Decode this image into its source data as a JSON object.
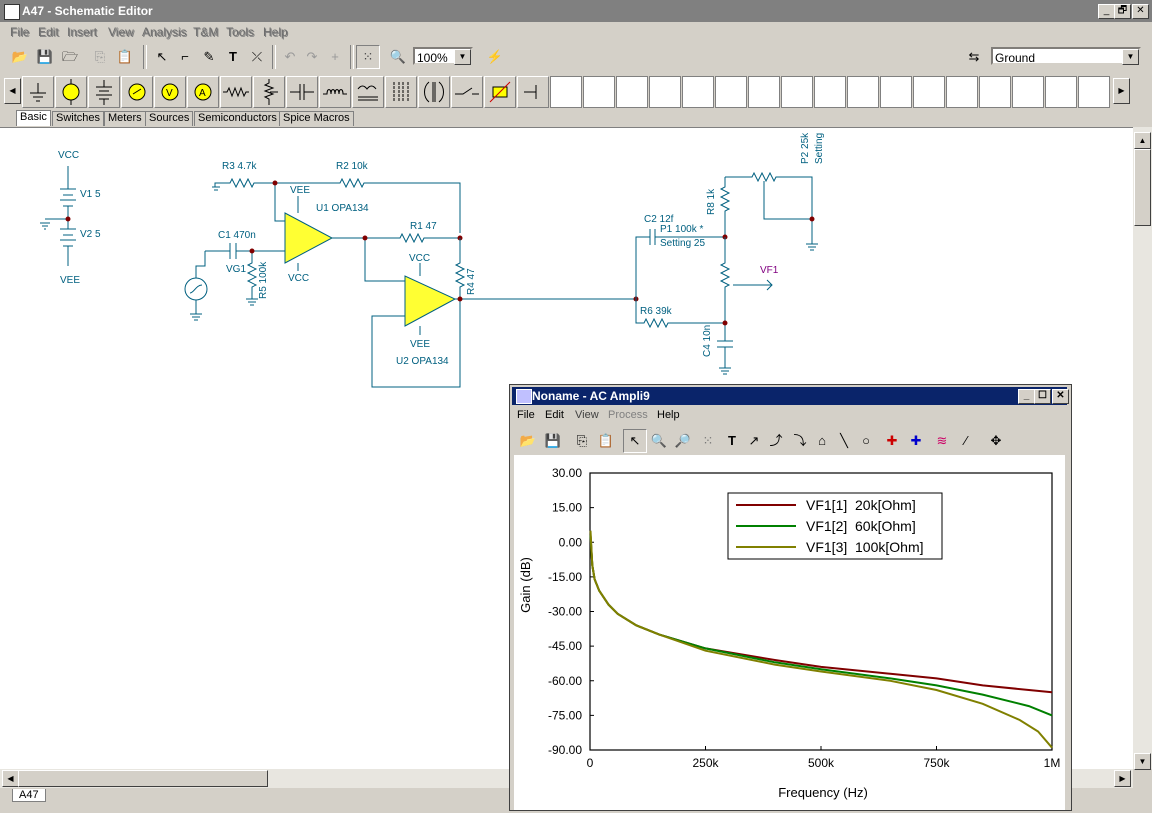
{
  "window": {
    "title": "A47 - Schematic Editor",
    "min_glyph": "_",
    "max_glyph": "🗗",
    "close_glyph": "✕"
  },
  "menu": [
    "File",
    "Edit",
    "Insert",
    "View",
    "Analysis",
    "T&M",
    "Tools",
    "Help"
  ],
  "toolbar": {
    "zoom_value": "100%",
    "net_select_value": "Ground"
  },
  "component_tabs": [
    "Basic",
    "Switches",
    "Meters",
    "Sources",
    "Semiconductors",
    "Spice Macros"
  ],
  "schematic": {
    "labels": {
      "vcc1": "VCC",
      "vee1": "VEE",
      "v1": "V1 5",
      "v2": "V2 5",
      "r3": "R3 4.7k",
      "r2": "R2 10k",
      "vee_u1": "VEE",
      "u1": "U1 OPA134",
      "c1": "C1 470n",
      "vg1": "VG1",
      "r5": "R5 100k",
      "vcc_u1": "VCC",
      "r1": "R1 47",
      "vcc_u2": "VCC",
      "r4": "R4 47",
      "vee_u2": "VEE",
      "u2": "U2 OPA134",
      "c2": "C2 12f",
      "p1": "P1 100k *",
      "p1_setting": "Setting 25",
      "r8": "R8 1k",
      "p2": "P2 25k",
      "p2_setting": "Setting",
      "vf1": "VF1",
      "r6": "R6 39k",
      "c4": "C4 10n"
    }
  },
  "sheet_tab": "A47",
  "graph_window": {
    "title": "Noname - AC Ampli9",
    "menu": [
      "File",
      "Edit",
      "View",
      "Process",
      "Help"
    ],
    "chart_data": {
      "type": "line",
      "xlabel": "Frequency (Hz)",
      "ylabel": "Gain (dB)",
      "xlim": [
        0,
        1000000
      ],
      "ylim": [
        -90,
        30
      ],
      "x_ticks": [
        "0",
        "250k",
        "500k",
        "750k",
        "1M"
      ],
      "y_ticks": [
        "30.00",
        "15.00",
        "0.00",
        "-15.00",
        "-30.00",
        "-45.00",
        "-60.00",
        "-75.00",
        "-90.00"
      ],
      "legend_position": "top-right",
      "series": [
        {
          "name": "VF1[1]  20k[Ohm]",
          "color": "#800000",
          "x": [
            1000,
            5000,
            10000,
            20000,
            40000,
            60000,
            100000,
            150000,
            250000,
            400000,
            500000,
            650000,
            750000,
            850000,
            950000,
            1000000
          ],
          "y": [
            3,
            -10,
            -16,
            -21,
            -27,
            -31,
            -36,
            -40,
            -46,
            -51,
            -54,
            -57,
            -59,
            -62,
            -64,
            -65
          ]
        },
        {
          "name": "VF1[2]  60k[Ohm]",
          "color": "#008000",
          "x": [
            1000,
            5000,
            10000,
            20000,
            40000,
            60000,
            100000,
            150000,
            250000,
            400000,
            500000,
            650000,
            750000,
            850000,
            950000,
            1000000
          ],
          "y": [
            3,
            -10,
            -16,
            -21,
            -27,
            -31,
            -36,
            -40,
            -46,
            -52,
            -55,
            -59,
            -62,
            -66,
            -71,
            -75
          ]
        },
        {
          "name": "VF1[3]  100k[Ohm]",
          "color": "#808000",
          "x": [
            1000,
            5000,
            10000,
            20000,
            40000,
            60000,
            100000,
            150000,
            250000,
            400000,
            500000,
            650000,
            750000,
            850000,
            930000,
            970000,
            1000000
          ],
          "y": [
            5,
            -10,
            -16,
            -21,
            -27,
            -31,
            -36,
            -40,
            -47,
            -53,
            -56,
            -60,
            -64,
            -70,
            -77,
            -82,
            -89
          ]
        }
      ]
    }
  }
}
